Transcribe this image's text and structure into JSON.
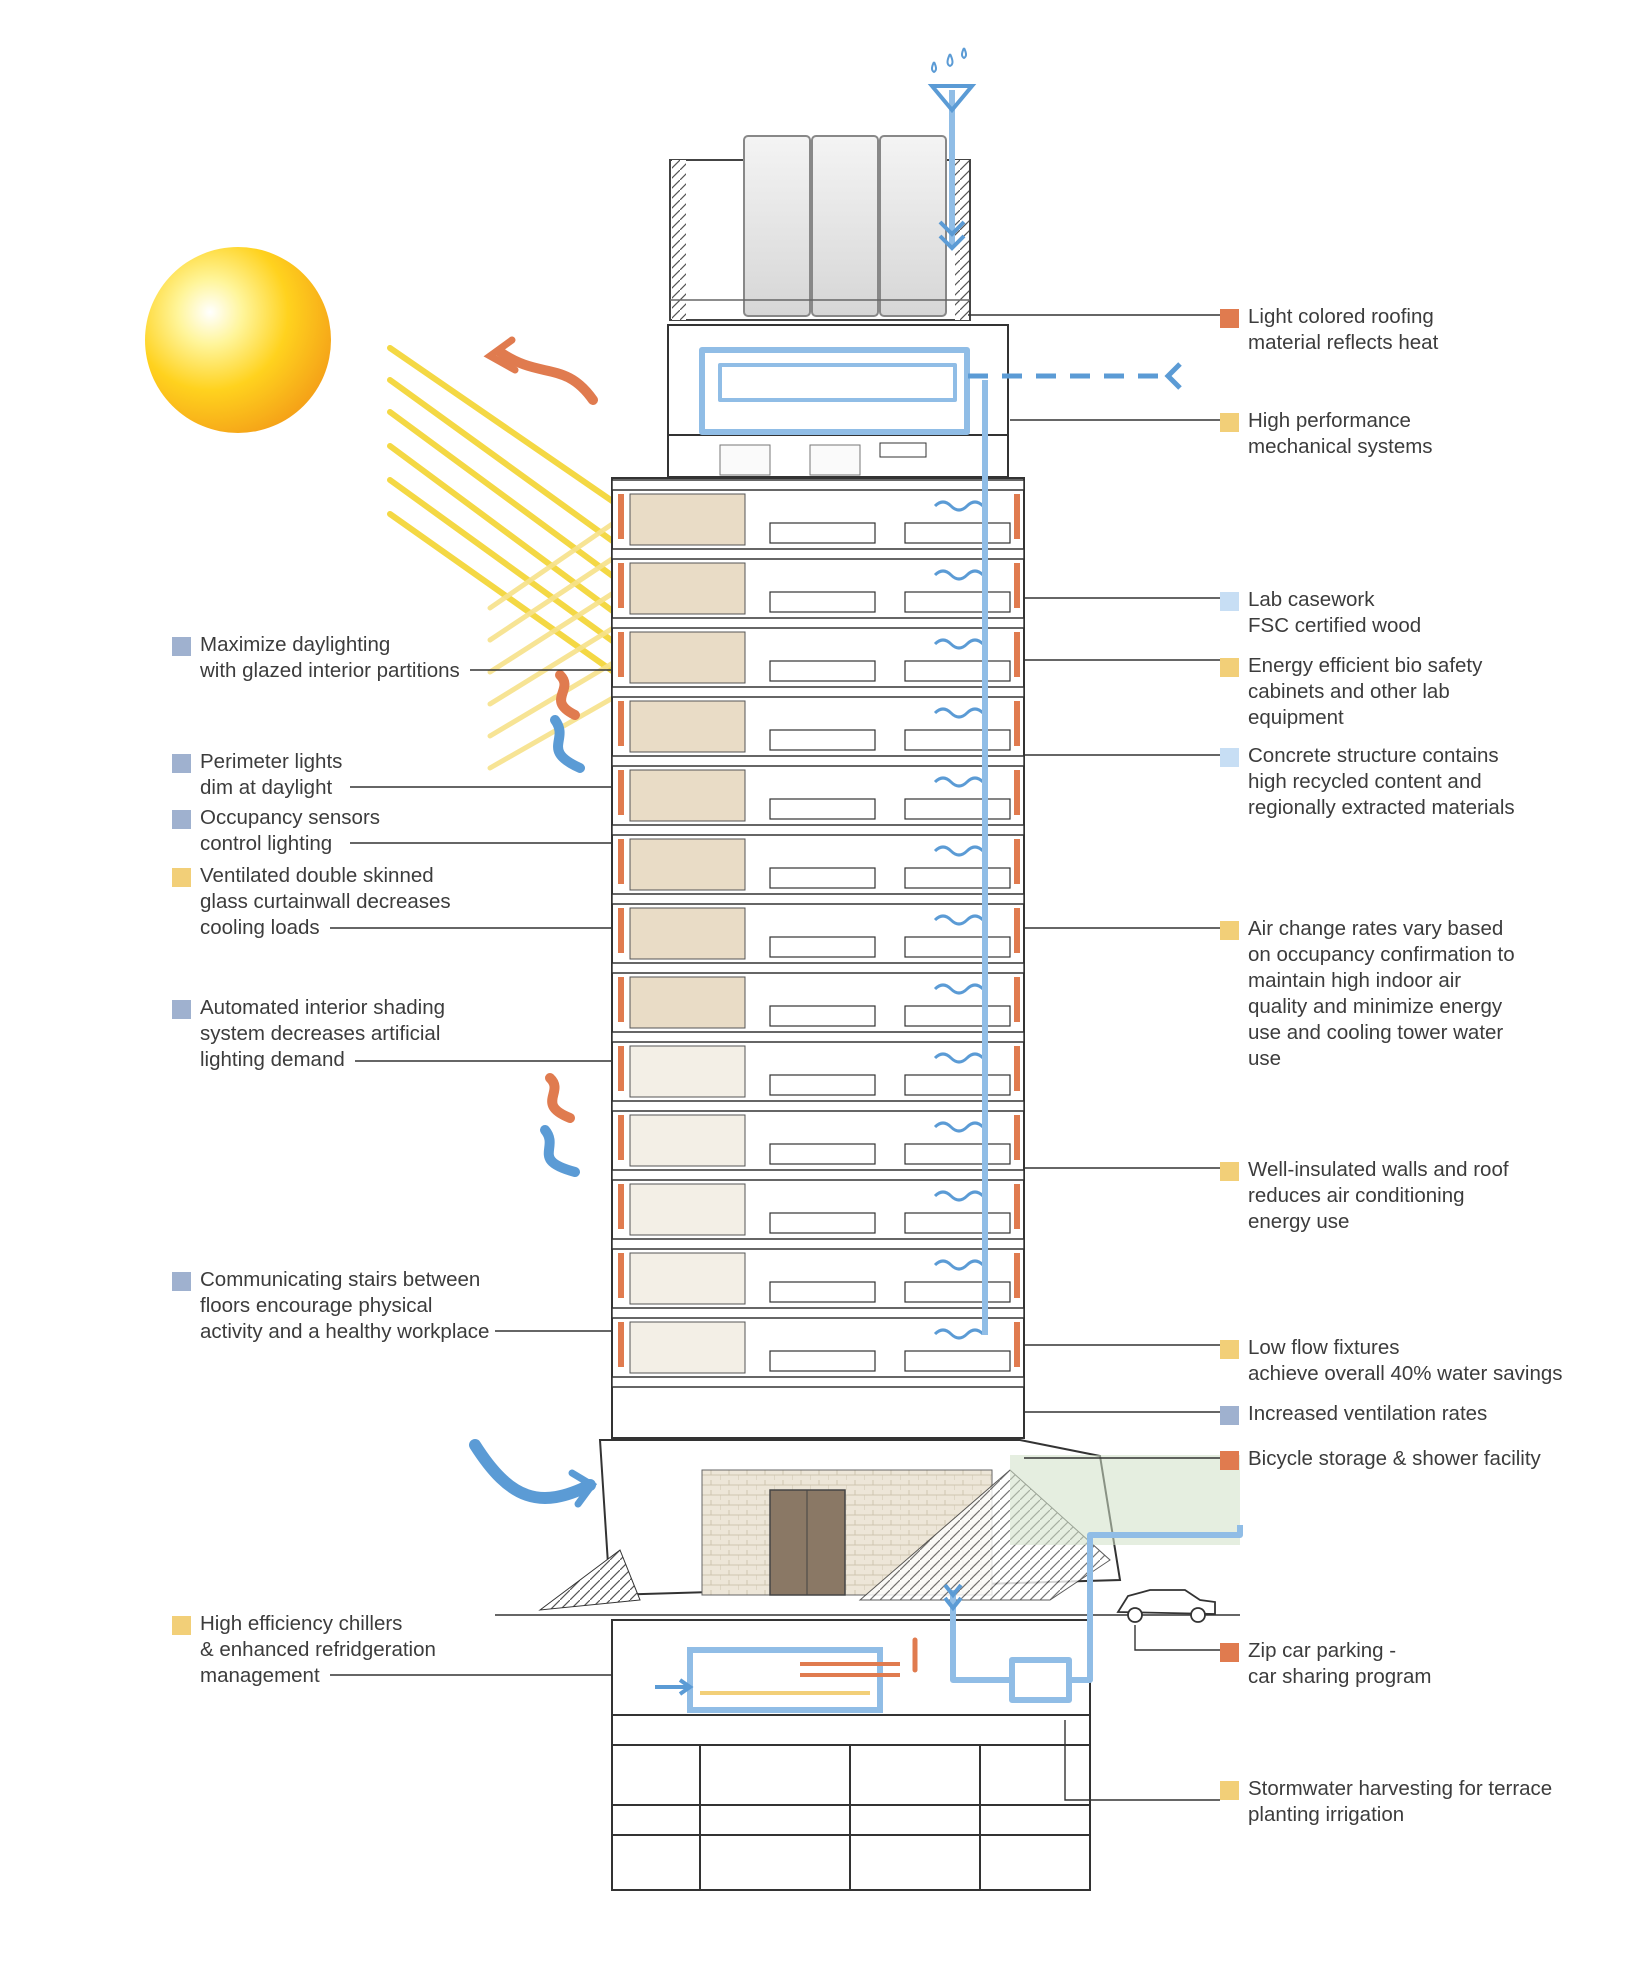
{
  "colors": {
    "orange": "#e07b4f",
    "yellow": "#f2cf78",
    "blue": "#9fb1cf",
    "lightblue": "#c7def4",
    "pipe": "#90bde6",
    "arrow_blue": "#5b9bd5",
    "arrow_orange": "#e07b4f",
    "sun_rays": "#f4d63a"
  },
  "left_callouts": [
    {
      "id": "daylighting",
      "lines": [
        "Maximize daylighting",
        "with glazed interior partitions"
      ],
      "color": "blue"
    },
    {
      "id": "perimeter-lights",
      "lines": [
        "Perimeter lights",
        "dim at daylight"
      ],
      "color": "blue"
    },
    {
      "id": "occupancy-sensors",
      "lines": [
        "Occupancy sensors",
        "control lighting"
      ],
      "color": "blue"
    },
    {
      "id": "double-skin",
      "lines": [
        "Ventilated double skinned",
        "glass curtainwall decreases",
        "cooling loads"
      ],
      "color": "yellow"
    },
    {
      "id": "interior-shading",
      "lines": [
        "Automated interior shading",
        "system decreases artificial",
        "lighting demand"
      ],
      "color": "blue"
    },
    {
      "id": "stairs",
      "lines": [
        "Communicating stairs between",
        "floors encourage physical",
        "activity and a healthy workplace"
      ],
      "color": "blue"
    },
    {
      "id": "chillers",
      "lines": [
        "High efficiency chillers",
        "& enhanced refridgeration",
        "management"
      ],
      "color": "yellow"
    }
  ],
  "right_callouts": [
    {
      "id": "roofing",
      "lines": [
        "Light colored roofing",
        "material reflects heat"
      ],
      "color": "orange"
    },
    {
      "id": "mechanical",
      "lines": [
        "High performance",
        "mechanical systems"
      ],
      "color": "yellow"
    },
    {
      "id": "casework",
      "lines": [
        "Lab casework",
        "FSC certified wood"
      ],
      "color": "lightblue"
    },
    {
      "id": "bio-safety",
      "lines": [
        "Energy efficient bio safety",
        "cabinets and other lab",
        "equipment"
      ],
      "color": "yellow"
    },
    {
      "id": "concrete",
      "lines": [
        "Concrete structure contains",
        "high recycled content and",
        "regionally extracted materials"
      ],
      "color": "lightblue"
    },
    {
      "id": "air-change",
      "lines": [
        "Air change rates vary based",
        "on occupancy confirmation to",
        "maintain high indoor air",
        "quality and minimize energy",
        "use and cooling tower water",
        "use"
      ],
      "color": "yellow"
    },
    {
      "id": "insulated",
      "lines": [
        "Well-insulated walls and roof",
        "reduces air conditioning",
        "energy use"
      ],
      "color": "yellow"
    },
    {
      "id": "low-flow",
      "lines": [
        "Low flow fixtures",
        "achieve overall 40% water savings"
      ],
      "color": "yellow"
    },
    {
      "id": "ventilation",
      "lines": [
        "Increased ventilation rates"
      ],
      "color": "blue"
    },
    {
      "id": "bicycle",
      "lines": [
        "Bicycle storage & shower facility"
      ],
      "color": "orange"
    },
    {
      "id": "zip-car",
      "lines": [
        "Zip car parking -",
        "car sharing program"
      ],
      "color": "orange"
    },
    {
      "id": "stormwater",
      "lines": [
        "Stormwater harvesting for terrace",
        "planting irrigation"
      ],
      "color": "yellow"
    }
  ]
}
